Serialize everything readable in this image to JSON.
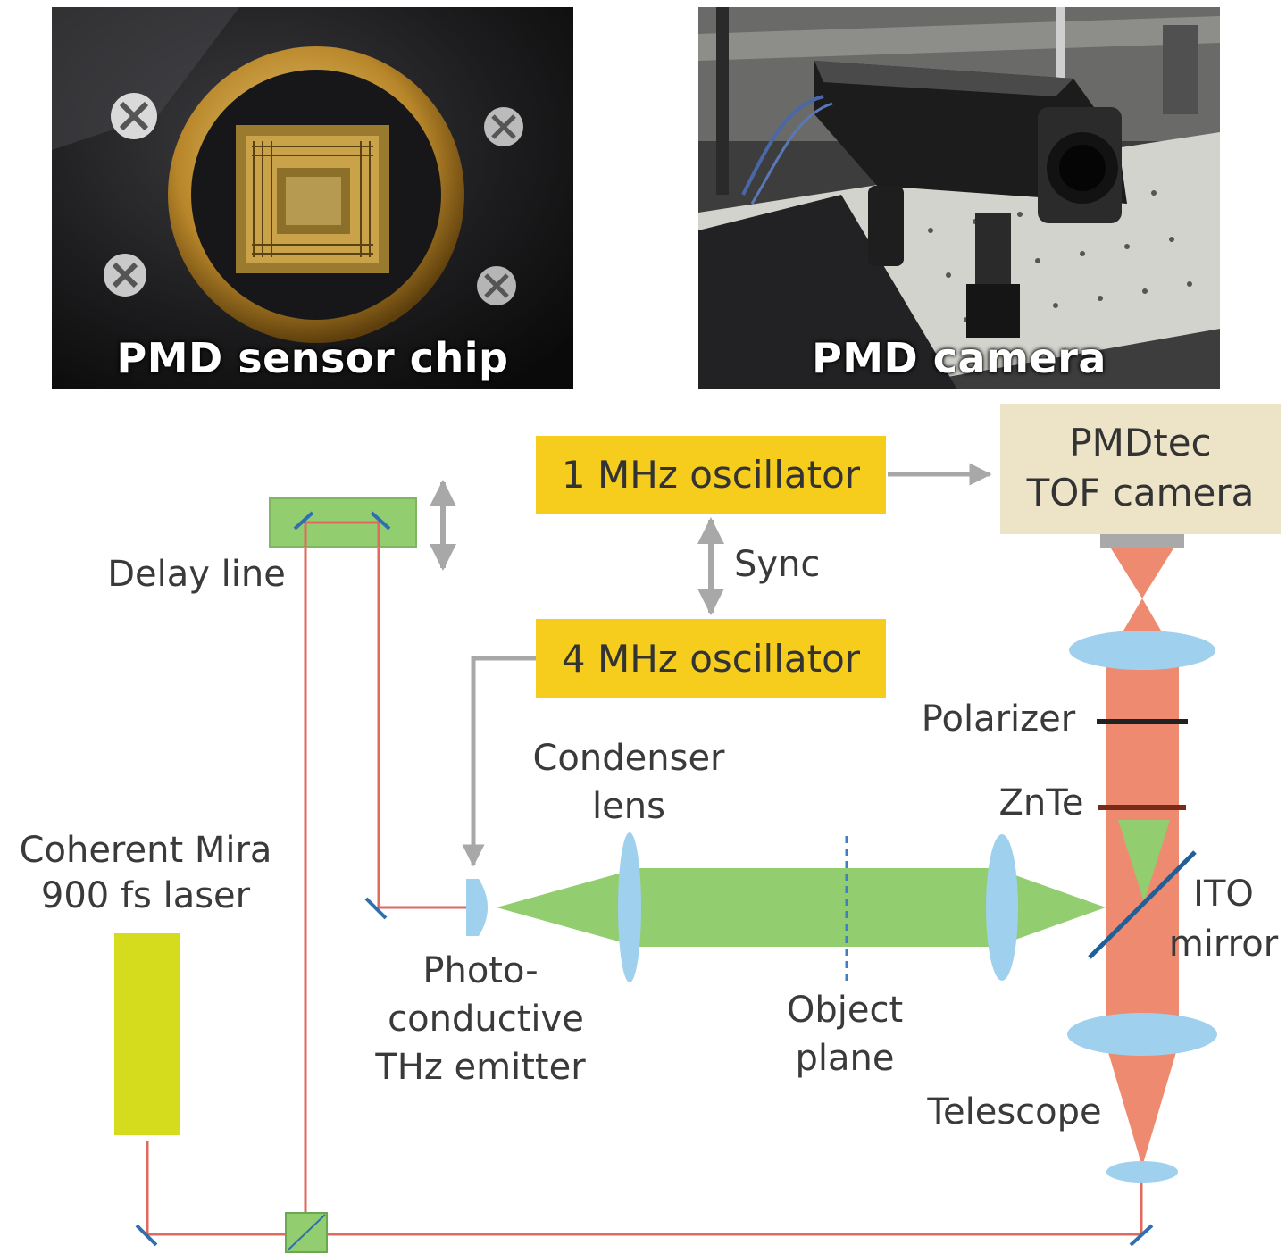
{
  "photos": {
    "chip_caption": "PMD sensor chip",
    "camera_caption": "PMD camera"
  },
  "components": {
    "osc1": "1 MHz oscillator",
    "osc4": "4 MHz oscillator",
    "camera_line1": "PMDtec",
    "camera_line2": "TOF camera",
    "sync": "Sync",
    "delay_line": "Delay line",
    "laser_line1": "Coherent Mira",
    "laser_line2": "900 fs laser",
    "emitter_line1": "Photo-",
    "emitter_line2": "conductive",
    "emitter_line3": "THz emitter",
    "condenser_line1": "Condenser",
    "condenser_line2": "lens",
    "object_line1": "Object",
    "object_line2": "plane",
    "polarizer": "Polarizer",
    "znte": "ZnTe",
    "ito_line1": "ITO",
    "ito_line2": "mirror",
    "telescope": "Telescope"
  },
  "colors": {
    "oscillator_box": "#f6cd1c",
    "camera_box": "#ede4c8",
    "thz_beam": "#92cd70",
    "probe_beam": "#ee8a70",
    "lens": "#9fd0ee",
    "laser_box": "#d5dc1e",
    "laser_path": "#e06a5e",
    "signal_arrow": "#a8a8a8"
  }
}
